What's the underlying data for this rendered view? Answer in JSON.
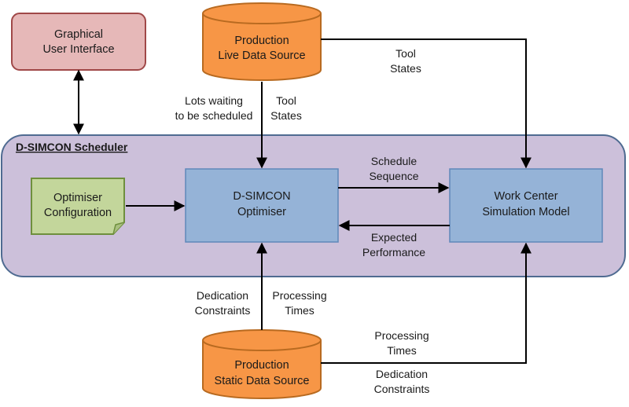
{
  "gui": {
    "line1": "Graphical",
    "line2": "User Interface"
  },
  "live_source": {
    "line1": "Production",
    "line2": "Live Data Source"
  },
  "static_source": {
    "line1": "Production",
    "line2": "Static Data Source"
  },
  "scheduler": {
    "title": "D-SIMCON Scheduler"
  },
  "optimiser_config": {
    "line1": "Optimiser",
    "line2": "Configuration"
  },
  "optimiser": {
    "line1": "D-SIMCON",
    "line2": "Optimiser"
  },
  "simulation": {
    "line1": "Work Center",
    "line2": "Simulation Model"
  },
  "labels": {
    "lots_waiting": {
      "line1": "Lots waiting",
      "line2": "to be scheduled"
    },
    "tool_states_left": {
      "line1": "Tool",
      "line2": "States"
    },
    "tool_states_right": {
      "line1": "Tool",
      "line2": "States"
    },
    "schedule_sequence": {
      "line1": "Schedule",
      "line2": "Sequence"
    },
    "expected_performance": {
      "line1": "Expected",
      "line2": "Performance"
    },
    "dedication_left": {
      "line1": "Dedication",
      "line2": "Constraints"
    },
    "processing_left": {
      "line1": "Processing",
      "line2": "Times"
    },
    "processing_right": {
      "line1": "Processing",
      "line2": "Times"
    },
    "dedication_right": {
      "line1": "Dedication",
      "line2": "Constraints"
    }
  },
  "colors": {
    "gui_fill": "#e6b8b8",
    "gui_stroke": "#a04848",
    "cylinder_fill": "#f79646",
    "cylinder_stroke": "#b86a20",
    "scheduler_fill": "#ccc0da",
    "scheduler_stroke": "#4f6b91",
    "note_fill": "#c3d69b",
    "note_stroke": "#6e8f3d",
    "process_fill": "#95b3d7",
    "process_stroke": "#5f88b9",
    "arrow": "#000000"
  }
}
